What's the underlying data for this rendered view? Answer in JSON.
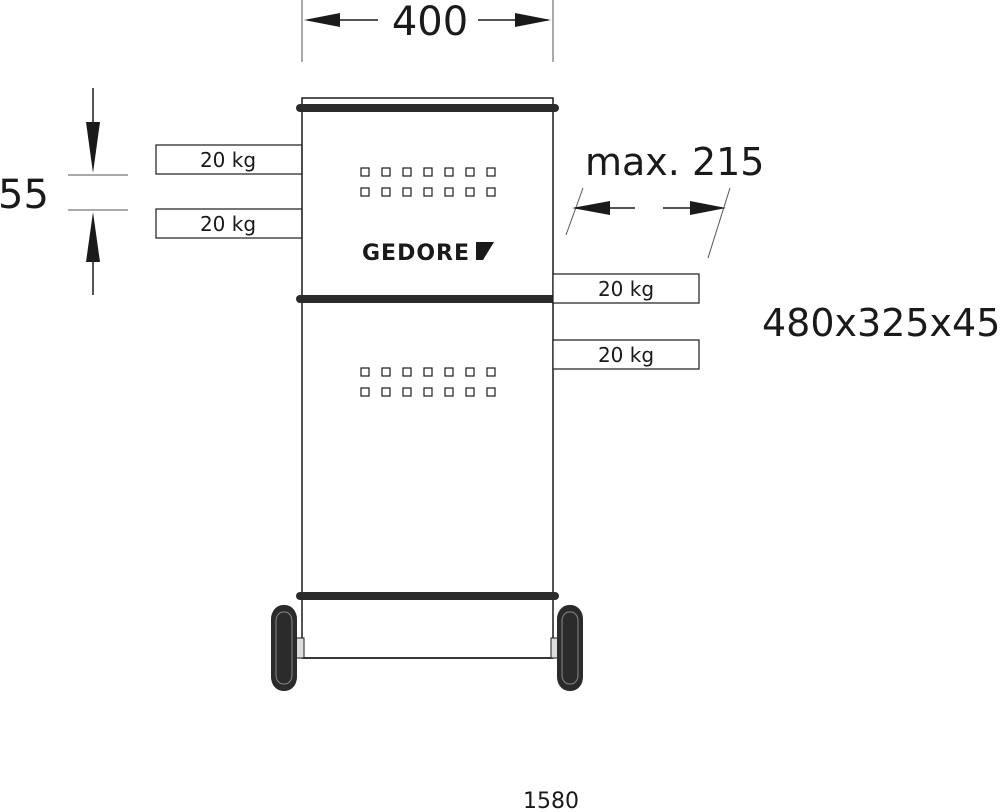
{
  "dimensions": {
    "width": "400",
    "gap": "55",
    "max_depth": "max. 215",
    "shelf_size": "480x325x45",
    "height": "1580"
  },
  "brand": {
    "name": "GEDORE"
  },
  "loads": {
    "left_upper": "20 kg",
    "left_lower": "20 kg",
    "right_upper": "20 kg",
    "right_lower": "20 kg"
  },
  "colors": {
    "line": "#1a1a1a",
    "bar": "#2b2b2b",
    "dim_line": "#555555",
    "background": "#ffffff"
  }
}
